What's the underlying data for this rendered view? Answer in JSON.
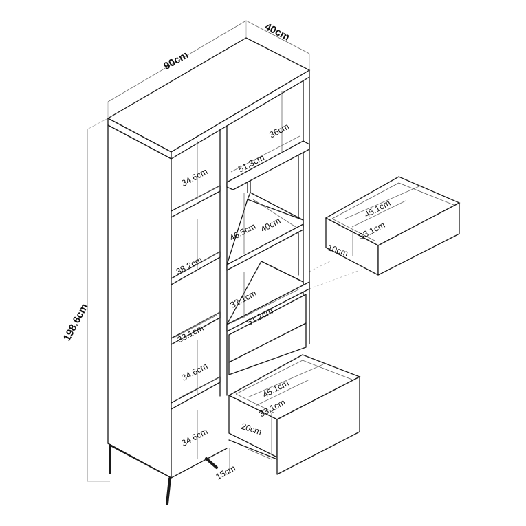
{
  "labels": {
    "width": "90cm",
    "depth": "40cm",
    "height": "198.6cm",
    "top_shelf_height": "36cm",
    "top_shelf_width": "51.3cm",
    "left_1": "34.6cm",
    "left_2": "38.2cm",
    "left_3_depth": "33.1cm",
    "left_4": "34.6cm",
    "left_5": "34.6cm",
    "mid_height": "46.5cm",
    "mid_depth": "40cm",
    "lower_height": "32.1cm",
    "lower_width": "51.2cm",
    "drawer_small_width": "45.1cm",
    "drawer_small_depth": "33.1cm",
    "drawer_small_height": "10cm",
    "drawer_big_width": "45.1cm",
    "drawer_big_depth": "33.1cm",
    "drawer_big_height": "20cm",
    "leg_height": "15cm"
  }
}
